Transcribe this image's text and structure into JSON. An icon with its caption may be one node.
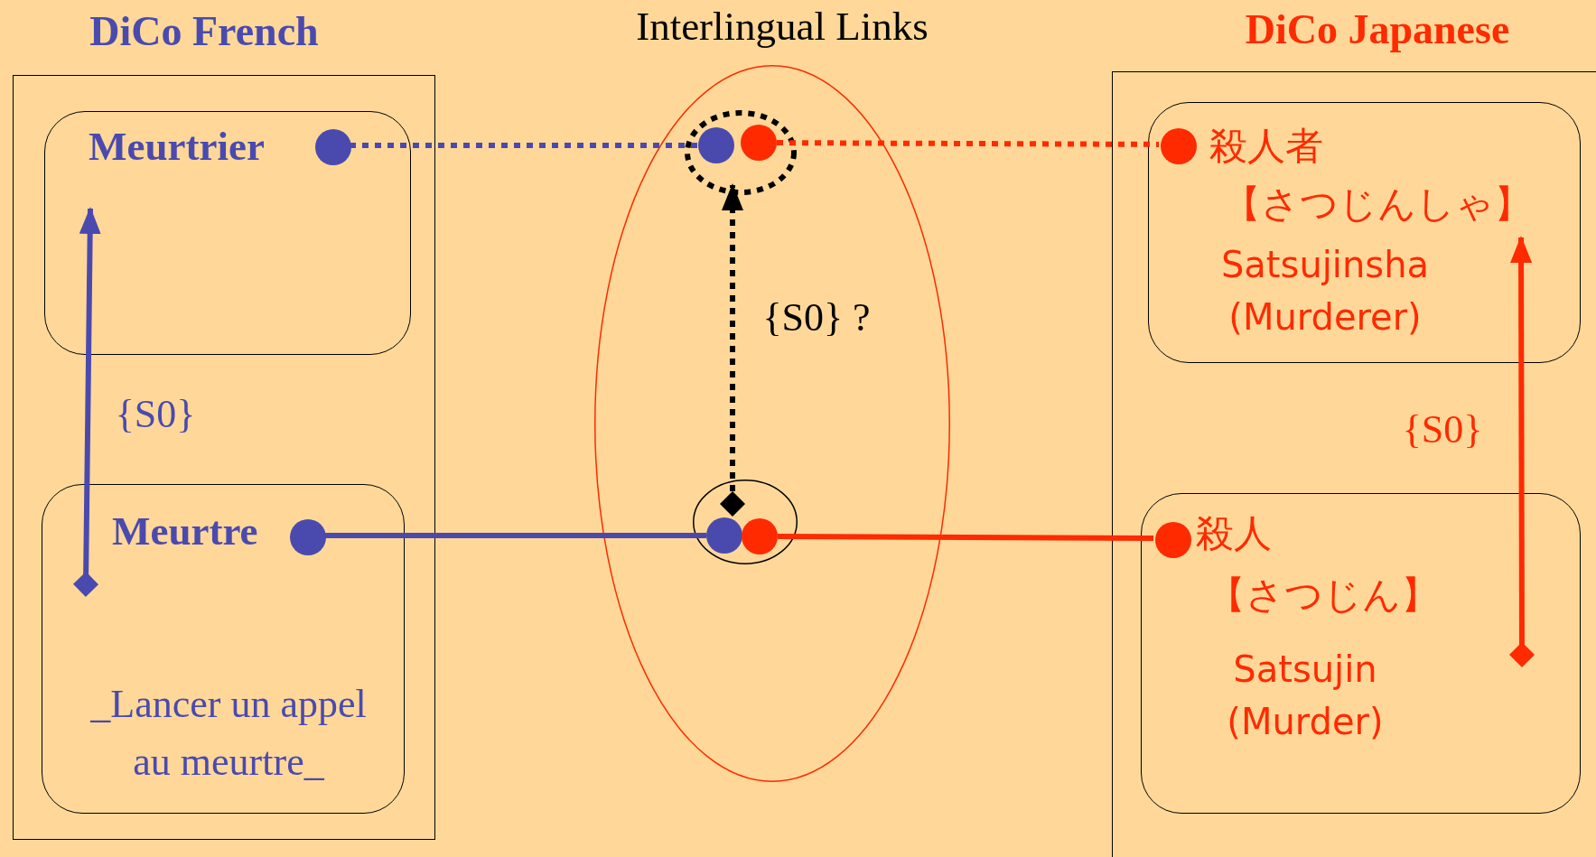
{
  "diagram": {
    "nodes": [
      {
        "text": [
          "DiCo French"
        ]
      },
      {
        "text": [
          "Meurtrier"
        ],
        "in": 0
      },
      {
        "text": [
          "Meurtre",
          "_Lancer un appel au meurtre_"
        ],
        "in": 0
      },
      {
        "text": [
          "Interlingual Links"
        ]
      },
      {
        "text": [],
        "shape": "ellipse",
        "in": 3
      },
      {
        "text": [],
        "shape": "ellipse",
        "in": 3
      },
      {
        "text": [
          "DiCo Japanese"
        ]
      },
      {
        "text": [
          "殺人者",
          "【さつじんしゃ】",
          "Satsujinsha (Murderer)"
        ],
        "in": 6
      },
      {
        "text": [
          "殺人",
          "【さつじん】",
          "Satsujin (Murder)"
        ],
        "in": 6
      },
      {
        "text": [],
        "shape": "circle",
        "in": 1
      },
      {
        "text": [],
        "shape": "circle",
        "in": 4
      },
      {
        "text": [],
        "shape": "circle",
        "in": 4
      },
      {
        "text": [],
        "shape": "circle",
        "in": 7
      },
      {
        "text": [],
        "shape": "circle",
        "in": 2
      },
      {
        "text": [],
        "shape": "circle",
        "in": 5
      },
      {
        "text": [],
        "shape": "circle",
        "in": 5
      },
      {
        "text": [],
        "shape": "circle",
        "in": 8
      }
    ],
    "edges": [
      {
        "from": 2,
        "to": 1,
        "arrow": "to",
        "label": "{S0}",
        "color": "#4a4aae"
      },
      {
        "from": 9,
        "to": 10,
        "arrow": "none",
        "style": "dashed",
        "color": "#4a4aae"
      },
      {
        "from": 11,
        "to": 12,
        "arrow": "none",
        "style": "dashed",
        "color": "#ff2a00"
      },
      {
        "from": 13,
        "to": 14,
        "arrow": "none",
        "color": "#4a4aae"
      },
      {
        "from": 15,
        "to": 16,
        "arrow": "none",
        "color": "#ff2a00"
      },
      {
        "from": 5,
        "to": 4,
        "arrow": "to",
        "label": "{S0} ?",
        "style": "dashed",
        "color": "#000000"
      },
      {
        "from": 8,
        "to": 7,
        "arrow": "to",
        "label": "{S0}",
        "color": "#ff2a00"
      }
    ]
  }
}
